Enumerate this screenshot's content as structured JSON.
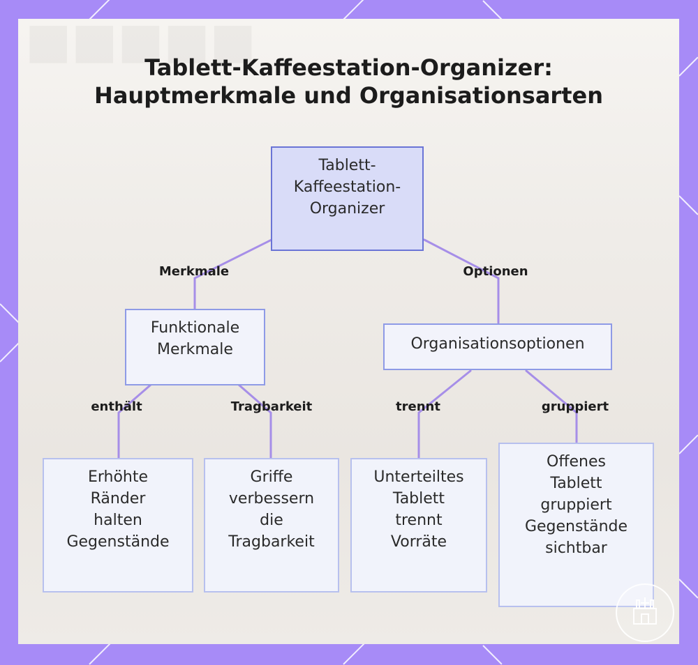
{
  "title": {
    "line1": "Tablett-Kaffeestation-Organizer:",
    "line2": "Hauptmerkmale und Organisationsarten"
  },
  "nodes": {
    "root": "Tablett-\nKaffeestation-\nOrganizer",
    "features": "Funktionale\nMerkmale",
    "options": "Organisationsoptionen",
    "raised_edges": "Erhöhte\nRänder\nhalten\nGegenstände",
    "handles": "Griffe\nverbessern\ndie\nTragbarkeit",
    "divided_tray": "Unterteiltes\nTablett\ntrennt\nVorräte",
    "open_tray": "Offenes\nTablett\ngruppiert\nGegenstände\nsichtbar"
  },
  "edges": {
    "features": "Merkmale",
    "options": "Optionen",
    "contains": "enthält",
    "portability": "Tragbarkeit",
    "separates": "trennt",
    "groups": "gruppiert"
  },
  "colors": {
    "frame": "#a78bf7",
    "node_border": "#8e9ae6",
    "root_fill": "#d9dcf8",
    "connector": "#a68ee8"
  },
  "icons": [
    "storefront-logo-icon"
  ]
}
